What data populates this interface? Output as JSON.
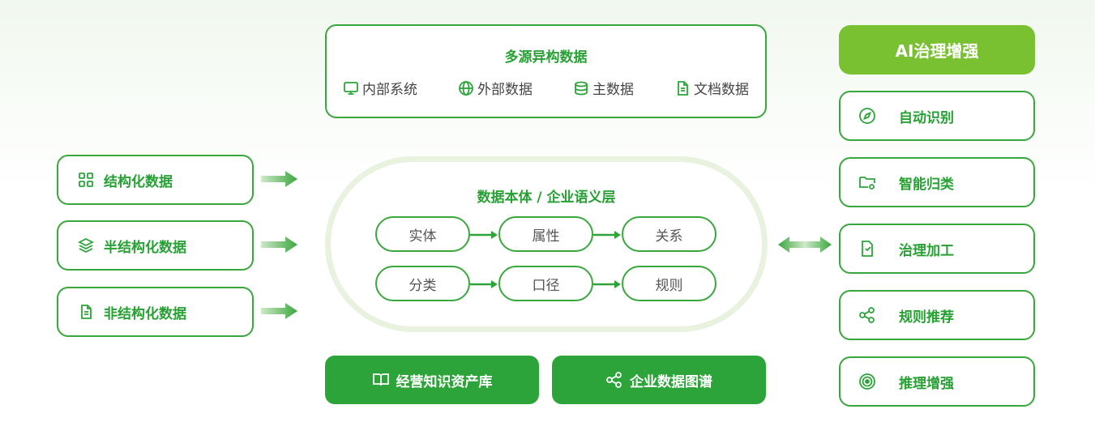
{
  "sources": {
    "title": "多源异构数据",
    "items": [
      {
        "label": "内部系统",
        "icon": "monitor-icon"
      },
      {
        "label": "外部数据",
        "icon": "globe-icon"
      },
      {
        "label": "主数据",
        "icon": "database-icon"
      },
      {
        "label": "文档数据",
        "icon": "document-icon"
      }
    ]
  },
  "inputs": [
    {
      "label": "结构化数据",
      "icon": "grid-icon"
    },
    {
      "label": "半结构化数据",
      "icon": "layers-icon"
    },
    {
      "label": "非结构化数据",
      "icon": "document-icon"
    }
  ],
  "ontology": {
    "title": "数据本体 / 企业语义层",
    "row1": [
      "实体",
      "属性",
      "关系"
    ],
    "row2": [
      "分类",
      "口径",
      "规则"
    ]
  },
  "outputs": [
    {
      "label": "经营知识资产库",
      "icon": "book-icon"
    },
    {
      "label": "企业数据图谱",
      "icon": "share-icon"
    }
  ],
  "ai": {
    "title": "AI治理增强",
    "items": [
      {
        "label": "自动识别",
        "icon": "compass-icon"
      },
      {
        "label": "智能归类",
        "icon": "folder-settings-icon"
      },
      {
        "label": "治理加工",
        "icon": "file-edit-icon"
      },
      {
        "label": "规则推荐",
        "icon": "share-icon"
      },
      {
        "label": "推理增强",
        "icon": "target-icon"
      }
    ]
  },
  "colors": {
    "primary": "#2da43a",
    "accent": "#79c130",
    "border": "#3aa63e",
    "ring": "#e8f2df"
  }
}
